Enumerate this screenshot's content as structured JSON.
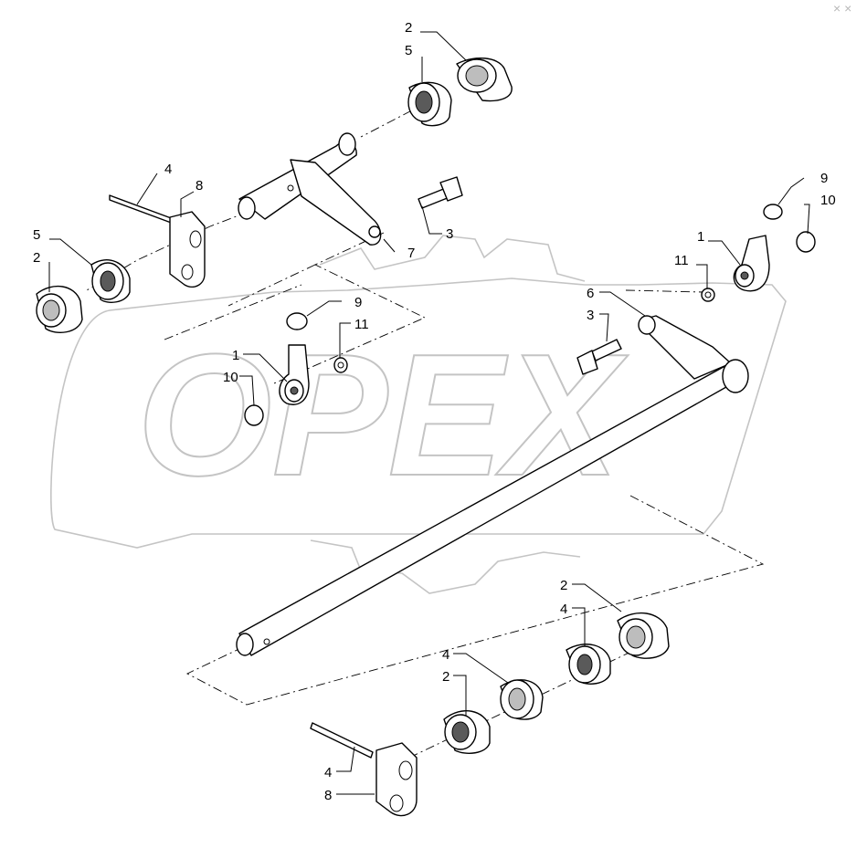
{
  "watermark": {
    "text": "OPEX"
  },
  "corner_mark": "× ×",
  "callouts": [
    {
      "id": "c2-top",
      "label": "2"
    },
    {
      "id": "c5-top",
      "label": "5"
    },
    {
      "id": "c4-pin-upper",
      "label": "4"
    },
    {
      "id": "c8-upper",
      "label": "8"
    },
    {
      "id": "c5-left",
      "label": "5"
    },
    {
      "id": "c2-left",
      "label": "2"
    },
    {
      "id": "c3-upper",
      "label": "3"
    },
    {
      "id": "c7",
      "label": "7"
    },
    {
      "id": "c9-right",
      "label": "9"
    },
    {
      "id": "c10-right",
      "label": "10"
    },
    {
      "id": "c1-right",
      "label": "1"
    },
    {
      "id": "c11-right",
      "label": "11"
    },
    {
      "id": "c6",
      "label": "6"
    },
    {
      "id": "c3-lower",
      "label": "3"
    },
    {
      "id": "c9-center",
      "label": "9"
    },
    {
      "id": "c11-center",
      "label": "11"
    },
    {
      "id": "c1-center",
      "label": "1"
    },
    {
      "id": "c10-center",
      "label": "10"
    },
    {
      "id": "c2-bottom-right",
      "label": "2"
    },
    {
      "id": "c4-bushing-right",
      "label": "4"
    },
    {
      "id": "c4-bushing-mid",
      "label": "4"
    },
    {
      "id": "c2-bottom-mid",
      "label": "2"
    },
    {
      "id": "c4-pin-lower",
      "label": "4"
    },
    {
      "id": "c8-lower",
      "label": "8"
    }
  ]
}
